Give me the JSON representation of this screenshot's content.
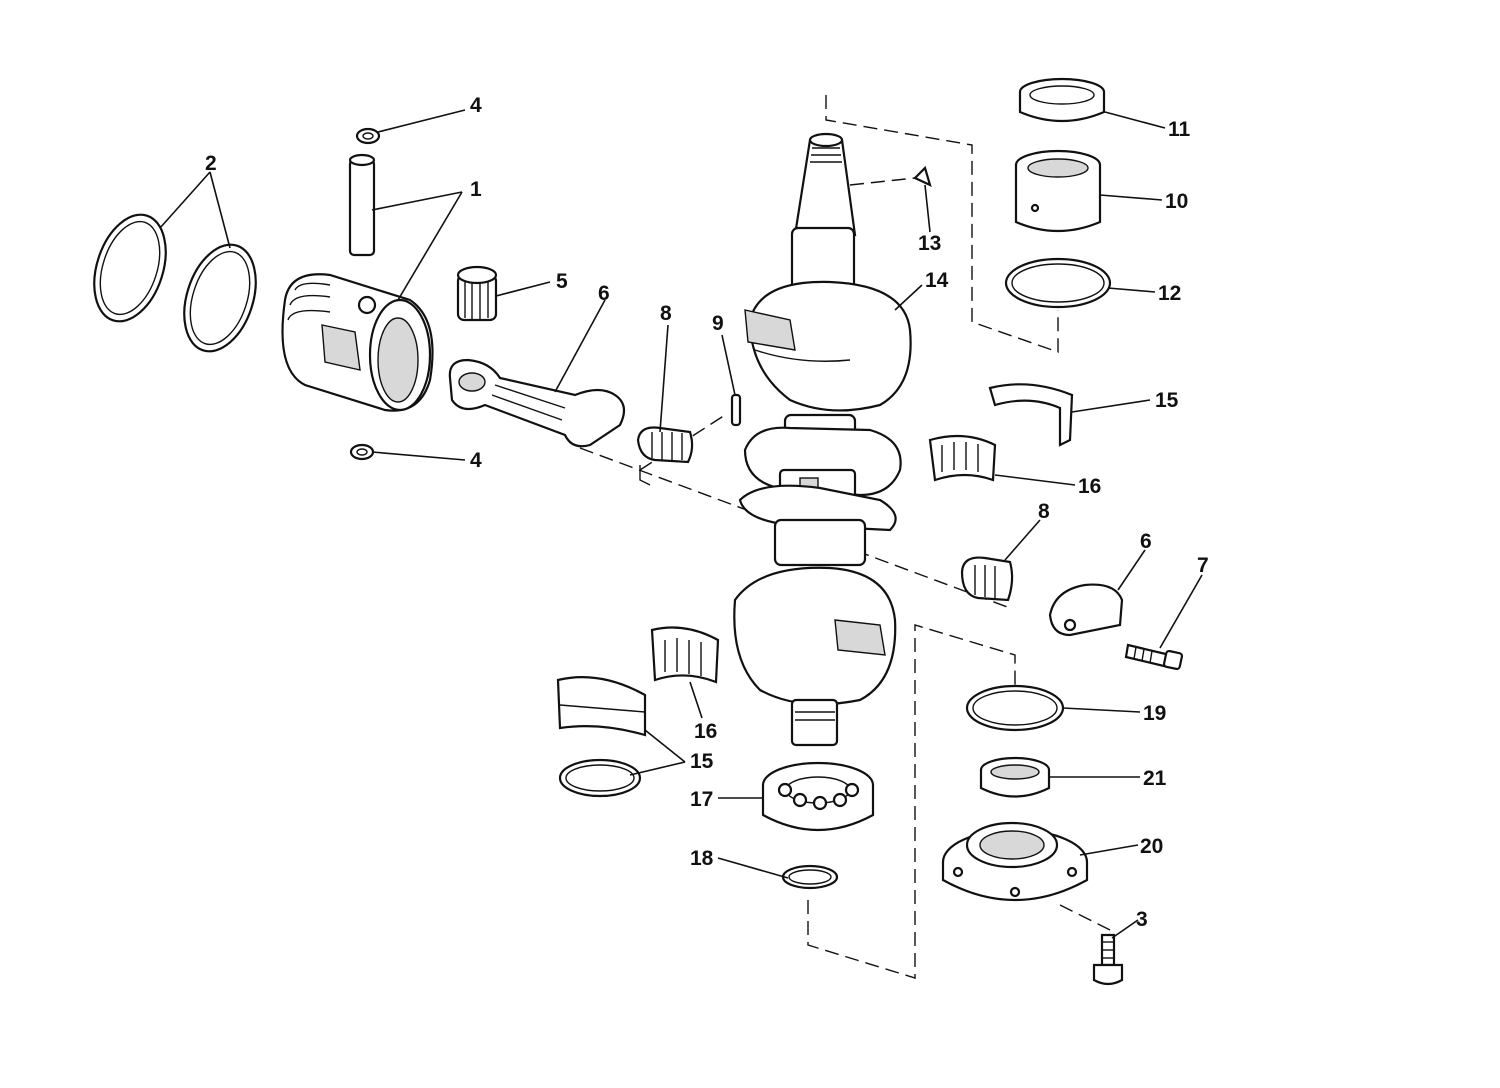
{
  "labels": {
    "l1": "1",
    "l2": "2",
    "l3": "3",
    "l4a": "4",
    "l4b": "4",
    "l5": "5",
    "l6a": "6",
    "l6b": "6",
    "l7": "7",
    "l8a": "8",
    "l8b": "8",
    "l9": "9",
    "l10": "10",
    "l11": "11",
    "l12": "12",
    "l13": "13",
    "l14": "14",
    "l15a": "15",
    "l15b": "15",
    "l16a": "16",
    "l16b": "16",
    "l17": "17",
    "l18": "18",
    "l19": "19",
    "l20": "20",
    "l21": "21"
  }
}
